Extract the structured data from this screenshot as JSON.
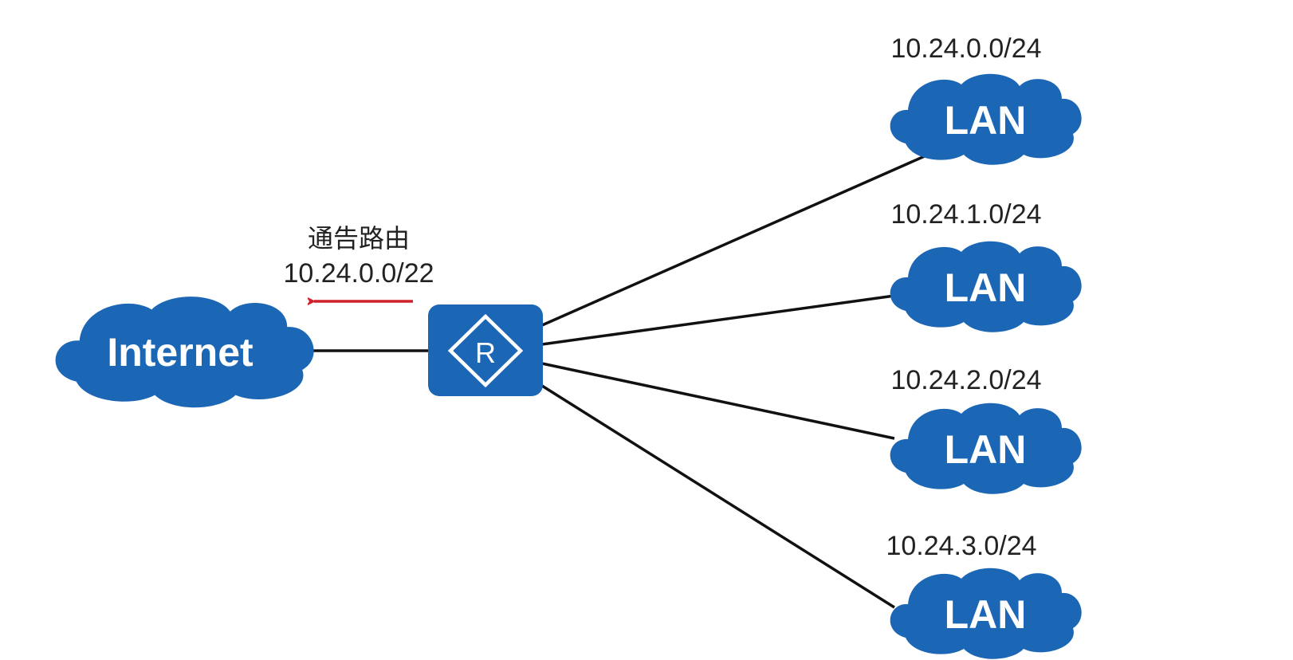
{
  "internet": {
    "label": "Internet"
  },
  "router": {
    "label": "R",
    "icon": "router-icon"
  },
  "advertisement": {
    "title": "通告路由",
    "prefix": "10.24.0.0/22",
    "arrow_color": "#d0202a",
    "direction": "toward-internet"
  },
  "lans": [
    {
      "label": "LAN",
      "subnet": "10.24.0.0/24"
    },
    {
      "label": "LAN",
      "subnet": "10.24.1.0/24"
    },
    {
      "label": "LAN",
      "subnet": "10.24.2.0/24"
    },
    {
      "label": "LAN",
      "subnet": "10.24.3.0/24"
    }
  ],
  "colors": {
    "node_fill": "#1b66b5",
    "link": "#111111",
    "text": "#222222"
  }
}
